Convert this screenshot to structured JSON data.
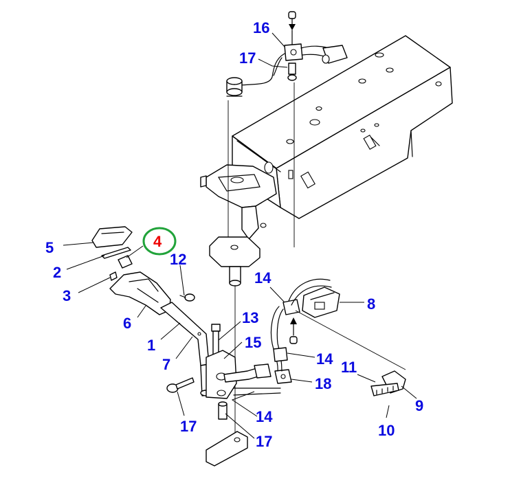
{
  "diagram": {
    "title": "Exploded parts view",
    "label_color": "#0a0ae0",
    "highlight_color": "#ee0000",
    "highlight_ring_color": "#21a33a",
    "callouts": [
      {
        "id": "c16",
        "text": "16"
      },
      {
        "id": "c17a",
        "text": "17"
      },
      {
        "id": "c5",
        "text": "5"
      },
      {
        "id": "c4",
        "text": "4",
        "highlighted": true
      },
      {
        "id": "c2",
        "text": "2"
      },
      {
        "id": "c3",
        "text": "3"
      },
      {
        "id": "c12",
        "text": "12"
      },
      {
        "id": "c6",
        "text": "6"
      },
      {
        "id": "c1",
        "text": "1"
      },
      {
        "id": "c7",
        "text": "7"
      },
      {
        "id": "c13",
        "text": "13"
      },
      {
        "id": "c15",
        "text": "15"
      },
      {
        "id": "c14a",
        "text": "14"
      },
      {
        "id": "c8",
        "text": "8"
      },
      {
        "id": "c14b",
        "text": "14"
      },
      {
        "id": "c11",
        "text": "11"
      },
      {
        "id": "c18",
        "text": "18"
      },
      {
        "id": "c9",
        "text": "9"
      },
      {
        "id": "c17b",
        "text": "17"
      },
      {
        "id": "c14c",
        "text": "14"
      },
      {
        "id": "c10",
        "text": "10"
      },
      {
        "id": "c17c",
        "text": "17"
      }
    ]
  }
}
